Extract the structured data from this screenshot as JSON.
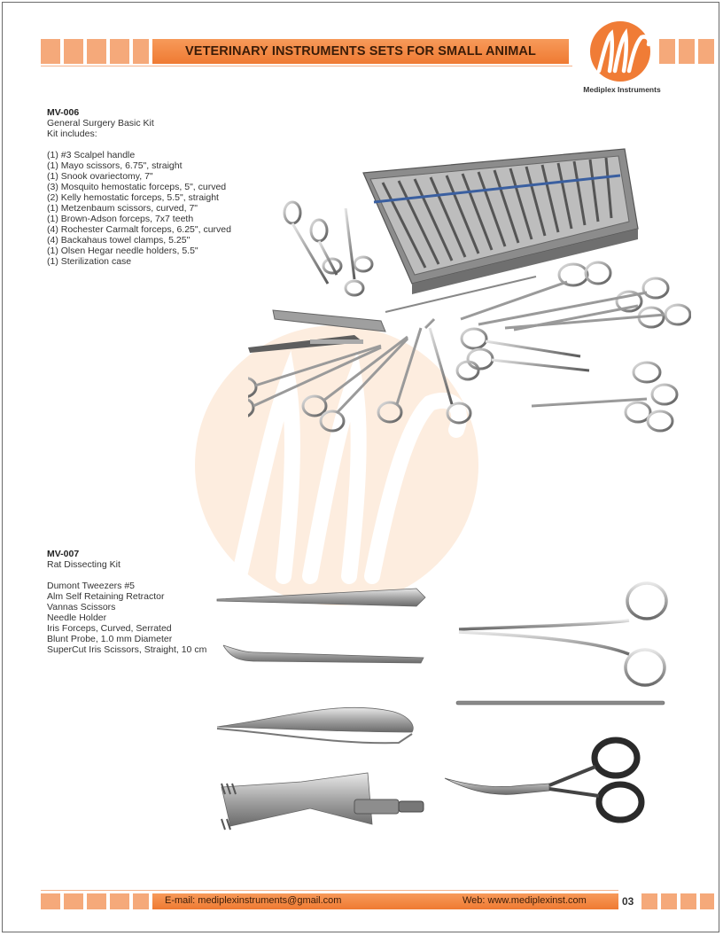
{
  "header": {
    "title": "VETERINARY INSTRUMENTS SETS FOR SMALL ANIMAL",
    "brand_name": "Mediplex Instruments",
    "accent": "#ef7a32",
    "accent_light": "#f5a97a"
  },
  "kit1": {
    "code": "MV-006",
    "name": "General Surgery Basic Kit",
    "includes_label": "Kit includes:",
    "items": [
      "(1) #3 Scalpel handle",
      "(1) Mayo scissors, 6.75\", straight",
      "(1) Snook ovariectomy, 7\"",
      "(3) Mosquito hemostatic forceps, 5\", curved",
      "(2) Kelly hemostatic forceps, 5.5\", straight",
      "(1) Metzenbaum scissors, curved, 7\"",
      "(1) Brown-Adson forceps, 7x7 teeth",
      "(4) Rochester Carmalt forceps, 6.25\", curved",
      "(4) Backahaus towel clamps, 5.25\"",
      "(1) Olsen Hegar needle holders, 5.5\"",
      "(1) Sterilization case"
    ]
  },
  "kit2": {
    "code": "MV-007",
    "name": "Rat Dissecting Kit",
    "items": [
      "Dumont Tweezers #5",
      "Alm Self Retaining Retractor",
      "Vannas Scissors",
      "Needle Holder",
      "Iris Forceps, Curved, Serrated",
      "Blunt Probe, 1.0 mm Diameter",
      "SuperCut Iris Scissors, Straight, 10 cm"
    ]
  },
  "footer": {
    "email": "E-mail: mediplexinstruments@gmail.com",
    "web": "Web:   www.mediplexinst.com",
    "page": "03"
  }
}
